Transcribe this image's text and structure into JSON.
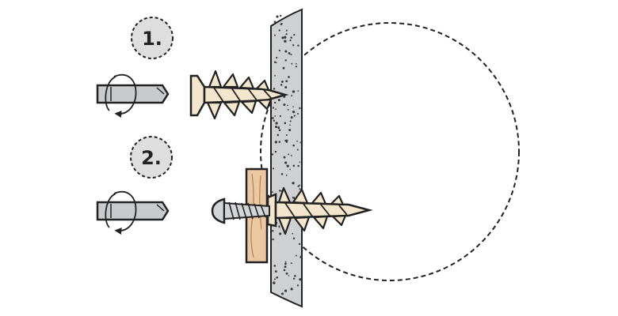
{
  "steps": [
    {
      "label": "1."
    },
    {
      "label": "2."
    }
  ],
  "parts": {
    "wall": "drywall-panel",
    "anchor": "self-drilling-drywall-anchor",
    "screw": "pan-head-screw",
    "mounted_item": "wooden-board",
    "tool": "screwdriver-bit"
  },
  "colors": {
    "outline": "#222222",
    "wall_fill": "#cfd0d2",
    "anchor_fill": "#f3e6cc",
    "board_fill": "#eac8a2",
    "screw_fill": "#d3d4d6",
    "bit_fill": "#c9cacc",
    "step_badge_fill": "#dedede"
  }
}
